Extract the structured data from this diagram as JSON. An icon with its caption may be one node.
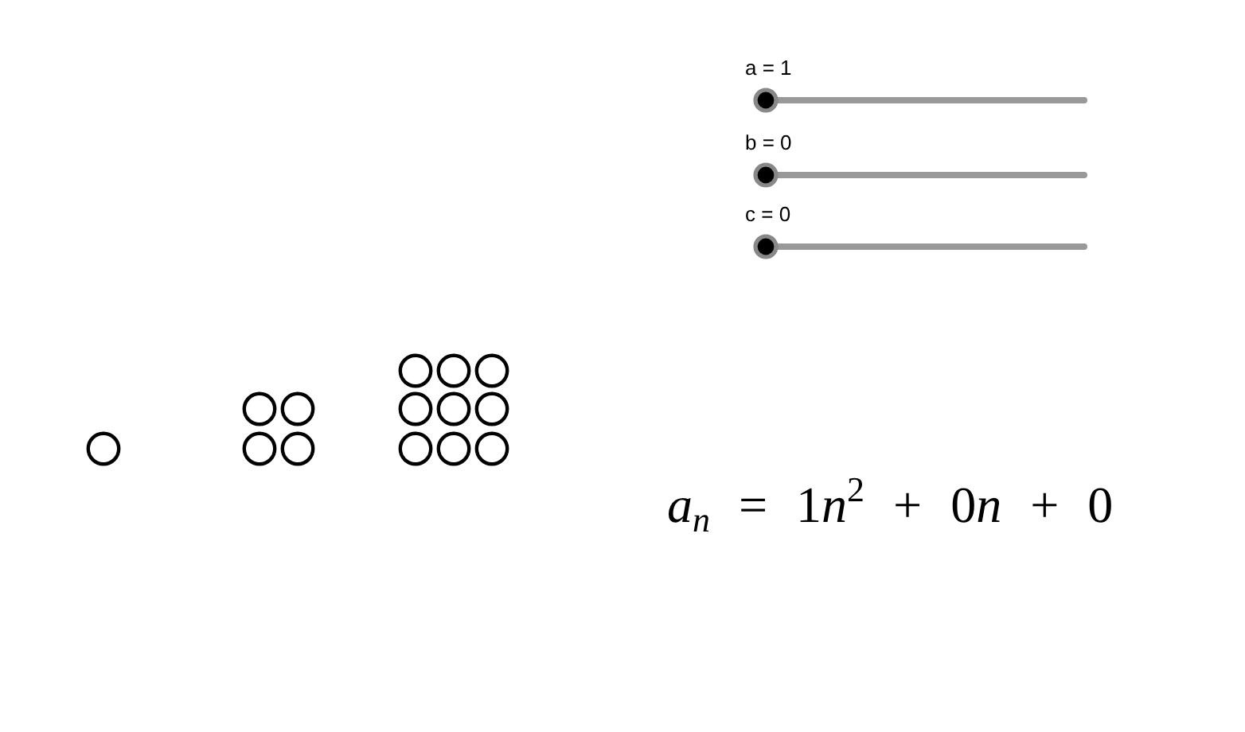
{
  "diagram": {
    "nodes": [
      {
        "text": [],
        "shape": "circle"
      },
      {
        "text": [],
        "shape": "circle"
      },
      {
        "text": [],
        "shape": "circle"
      },
      {
        "text": [],
        "shape": "circle"
      },
      {
        "text": [],
        "shape": "circle"
      },
      {
        "text": [],
        "shape": "circle"
      },
      {
        "text": [],
        "shape": "circle"
      },
      {
        "text": [],
        "shape": "circle"
      },
      {
        "text": [],
        "shape": "circle"
      },
      {
        "text": [],
        "shape": "circle"
      },
      {
        "text": [],
        "shape": "circle"
      },
      {
        "text": [],
        "shape": "circle"
      },
      {
        "text": [],
        "shape": "circle"
      },
      {
        "text": [],
        "shape": "circle"
      }
    ],
    "labels": [
      "a = 1",
      "b = 0",
      "c = 0",
      "a$_{n}$ = 1n$^{2}$ + 0n + 0"
    ]
  }
}
